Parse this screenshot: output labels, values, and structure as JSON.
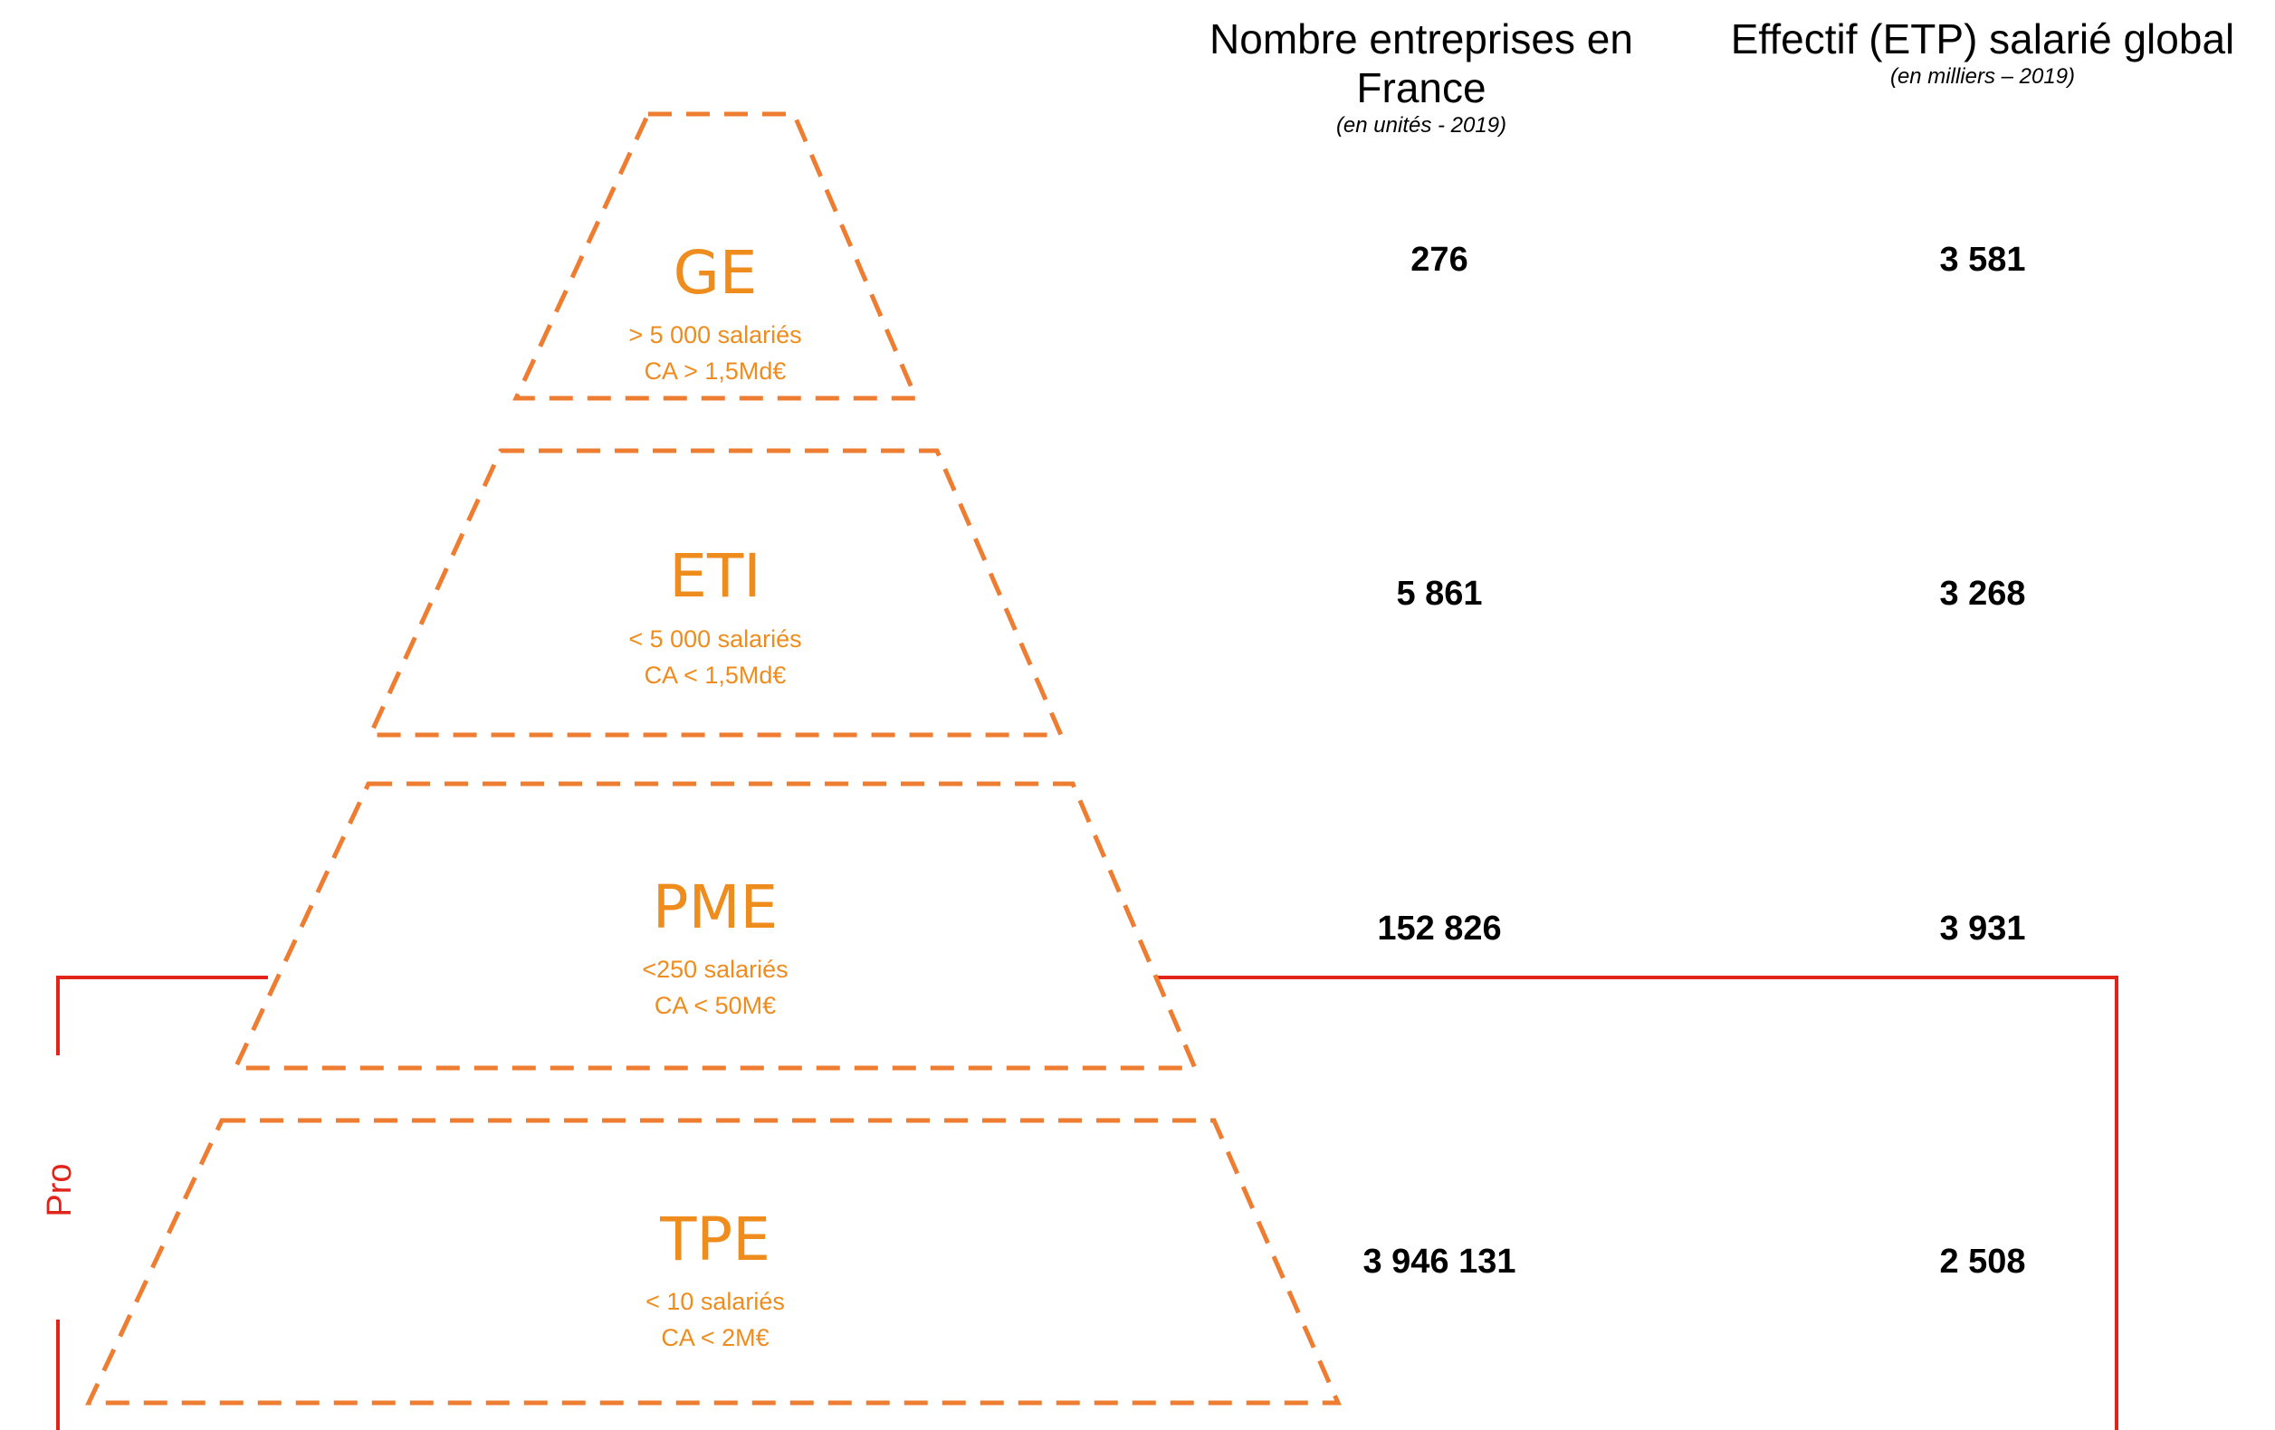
{
  "columns": {
    "companies": {
      "title": "Nombre entreprises en France",
      "unit": "(en unités - 2019)"
    },
    "workforce": {
      "title": "Effectif (ETP) salarié global",
      "unit": "(en milliers – 2019)"
    }
  },
  "levels": [
    {
      "name": "GE",
      "line1": "> 5 000 salariés",
      "line2": "CA > 1,5Md€",
      "companies": "276",
      "workforce": "3 581"
    },
    {
      "name": "ETI",
      "line1": "< 5 000 salariés",
      "line2": "CA < 1,5Md€",
      "companies": "5 861",
      "workforce": "3 268"
    },
    {
      "name": "PME",
      "line1": "<250 salariés",
      "line2": "CA < 50M€",
      "companies": "152 826",
      "workforce": "3 931"
    },
    {
      "name": "TPE",
      "line1": "< 10 salariés",
      "line2": "CA < 2M€",
      "companies": "3 946 131",
      "workforce": "2 508"
    }
  ],
  "group": {
    "label": "Pro",
    "members": [
      "PME",
      "TPE"
    ]
  },
  "colors": {
    "level": "#ee8c1e",
    "trapezoid_stroke": "#ee7d31",
    "group_frame": "#e2231a",
    "value_text": "#000000"
  }
}
